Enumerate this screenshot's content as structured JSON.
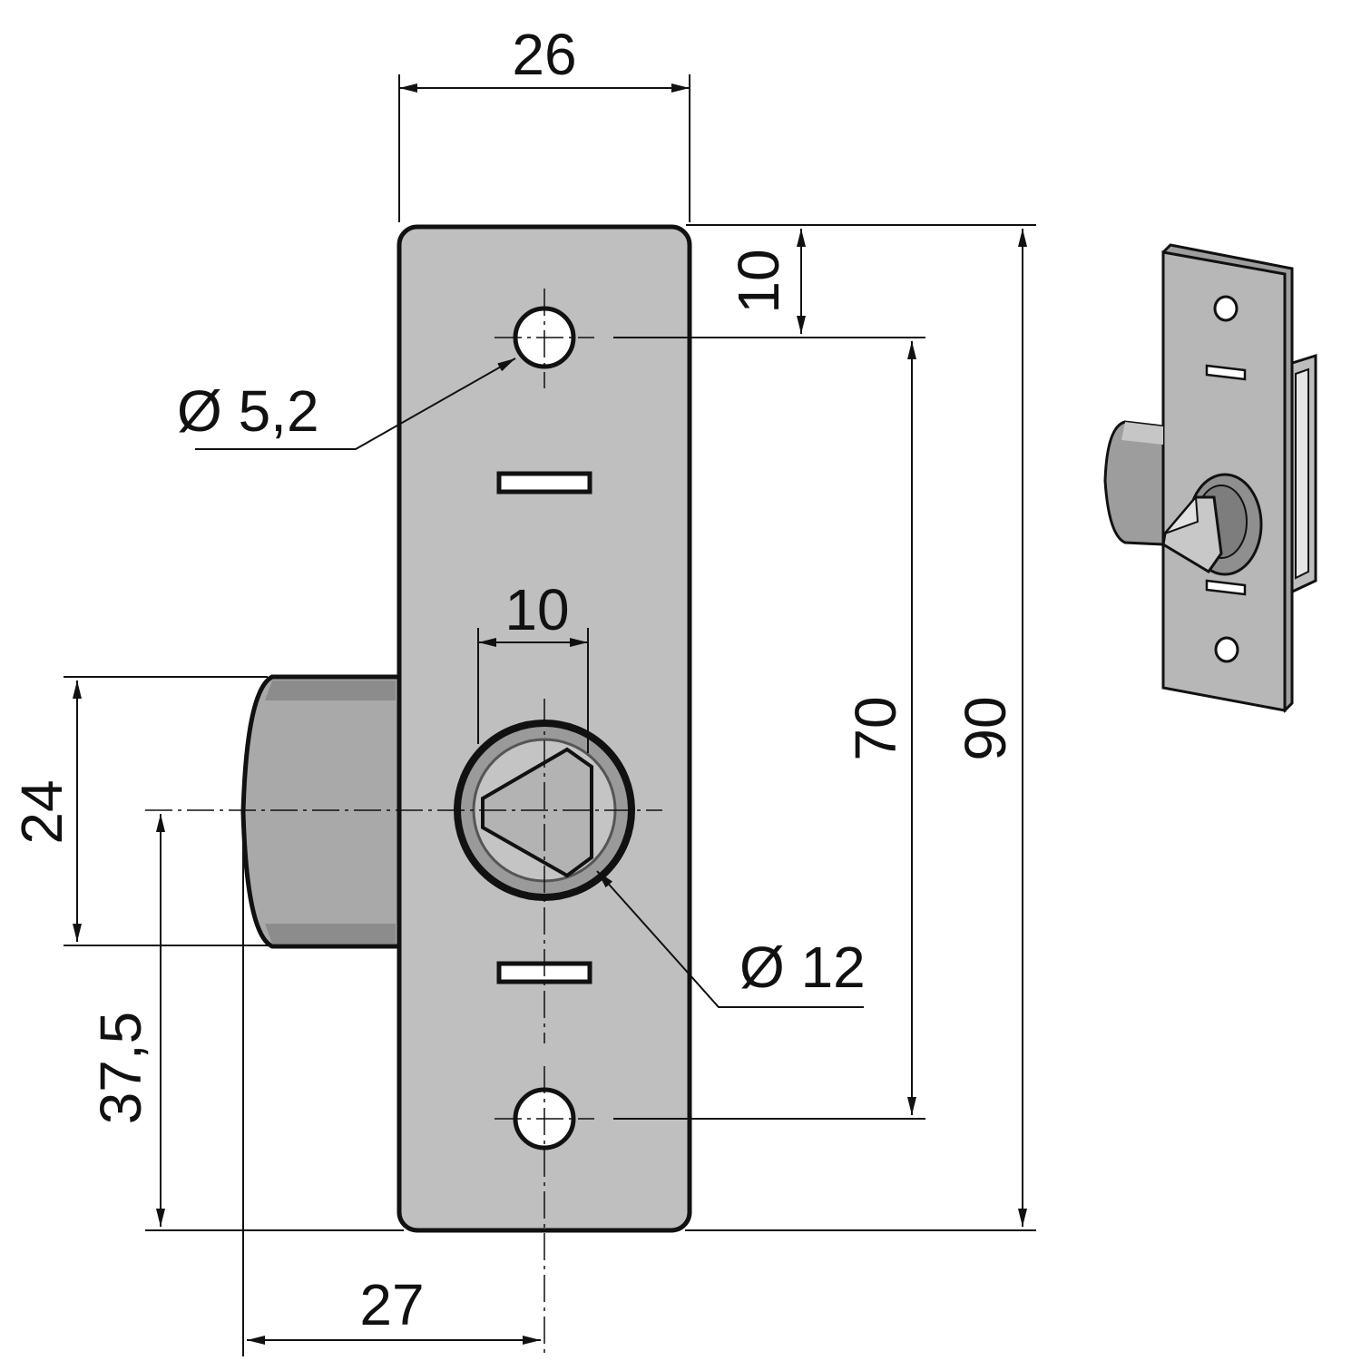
{
  "colors": {
    "plate": "#bfbfbf",
    "bolt": "#a9a9a9",
    "bolt_dark": "#8c8c8c",
    "ring": "#9a9a9a",
    "line": "#111111",
    "background": "#ffffff"
  },
  "dimensions": {
    "plate_width": "26",
    "top_hole_offset": "10",
    "hole_diameter": "Ø 5,2",
    "slot_width": "10",
    "hole_spacing": "70",
    "plate_height": "90",
    "bolt_height": "24",
    "center_height": "37,5",
    "bolt_offset": "27",
    "knob_diameter": "Ø 12"
  }
}
